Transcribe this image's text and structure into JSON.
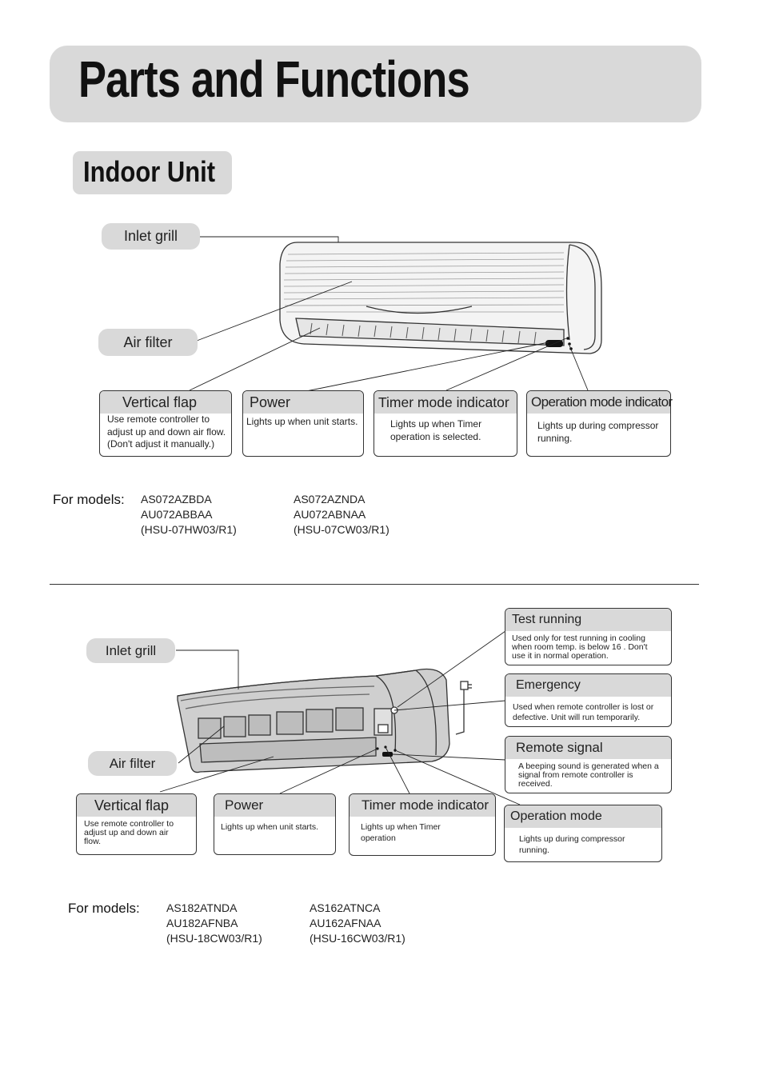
{
  "title": "Parts and Functions",
  "subtitle": "Indoor Unit",
  "unit1": {
    "inlet_grill": "Inlet grill",
    "air_filter": "Air filter",
    "vertical_flap": {
      "label": "Vertical flap",
      "text": "Use remote controller to adjust up and down air flow. (Don't adjust it manually.)"
    },
    "power": {
      "label": "Power",
      "text": "Lights up when unit starts."
    },
    "timer": {
      "label": "Timer mode indicator",
      "text": "Lights up when Timer operation is selected."
    },
    "operation": {
      "label": "Operation mode indicator",
      "text": "Lights up during compressor running."
    },
    "models_label": "For models:",
    "models_col1": [
      "AS072AZBDA",
      "AU072ABBAA",
      "(HSU-07HW03/R1)"
    ],
    "models_col2": [
      "AS072AZNDA",
      "AU072ABNAA",
      "(HSU-07CW03/R1)"
    ]
  },
  "unit2": {
    "inlet_grill": "Inlet grill",
    "air_filter": "Air filter",
    "test_running": {
      "label": "Test running",
      "text": "Used only for test running in cooling when room temp.  is below 16     . Don't use it in normal operation."
    },
    "emergency": {
      "label": "Emergency",
      "text": "Used when remote controller is lost or defective. Unit will run temporarily."
    },
    "remote_signal": {
      "label": "Remote signal",
      "text": "A beeping sound is generated when a signal from remote controller is received."
    },
    "vertical_flap": {
      "label": "Vertical flap",
      "text": "Use remote controller to adjust up and down air flow."
    },
    "power": {
      "label": "Power",
      "text": "Lights up when unit starts."
    },
    "timer": {
      "label": "Timer mode indicator",
      "text": "Lights up when Timer operation"
    },
    "operation": {
      "label": "Operation mode",
      "text": "Lights up during compressor running."
    },
    "models_label": "For models:",
    "models_col1": [
      "AS182ATNDA",
      "AU182AFNBA",
      "(HSU-18CW03/R1)"
    ],
    "models_col2": [
      "AS162ATNCA",
      "AU162AFNAA",
      "(HSU-16CW03/R1)"
    ]
  }
}
